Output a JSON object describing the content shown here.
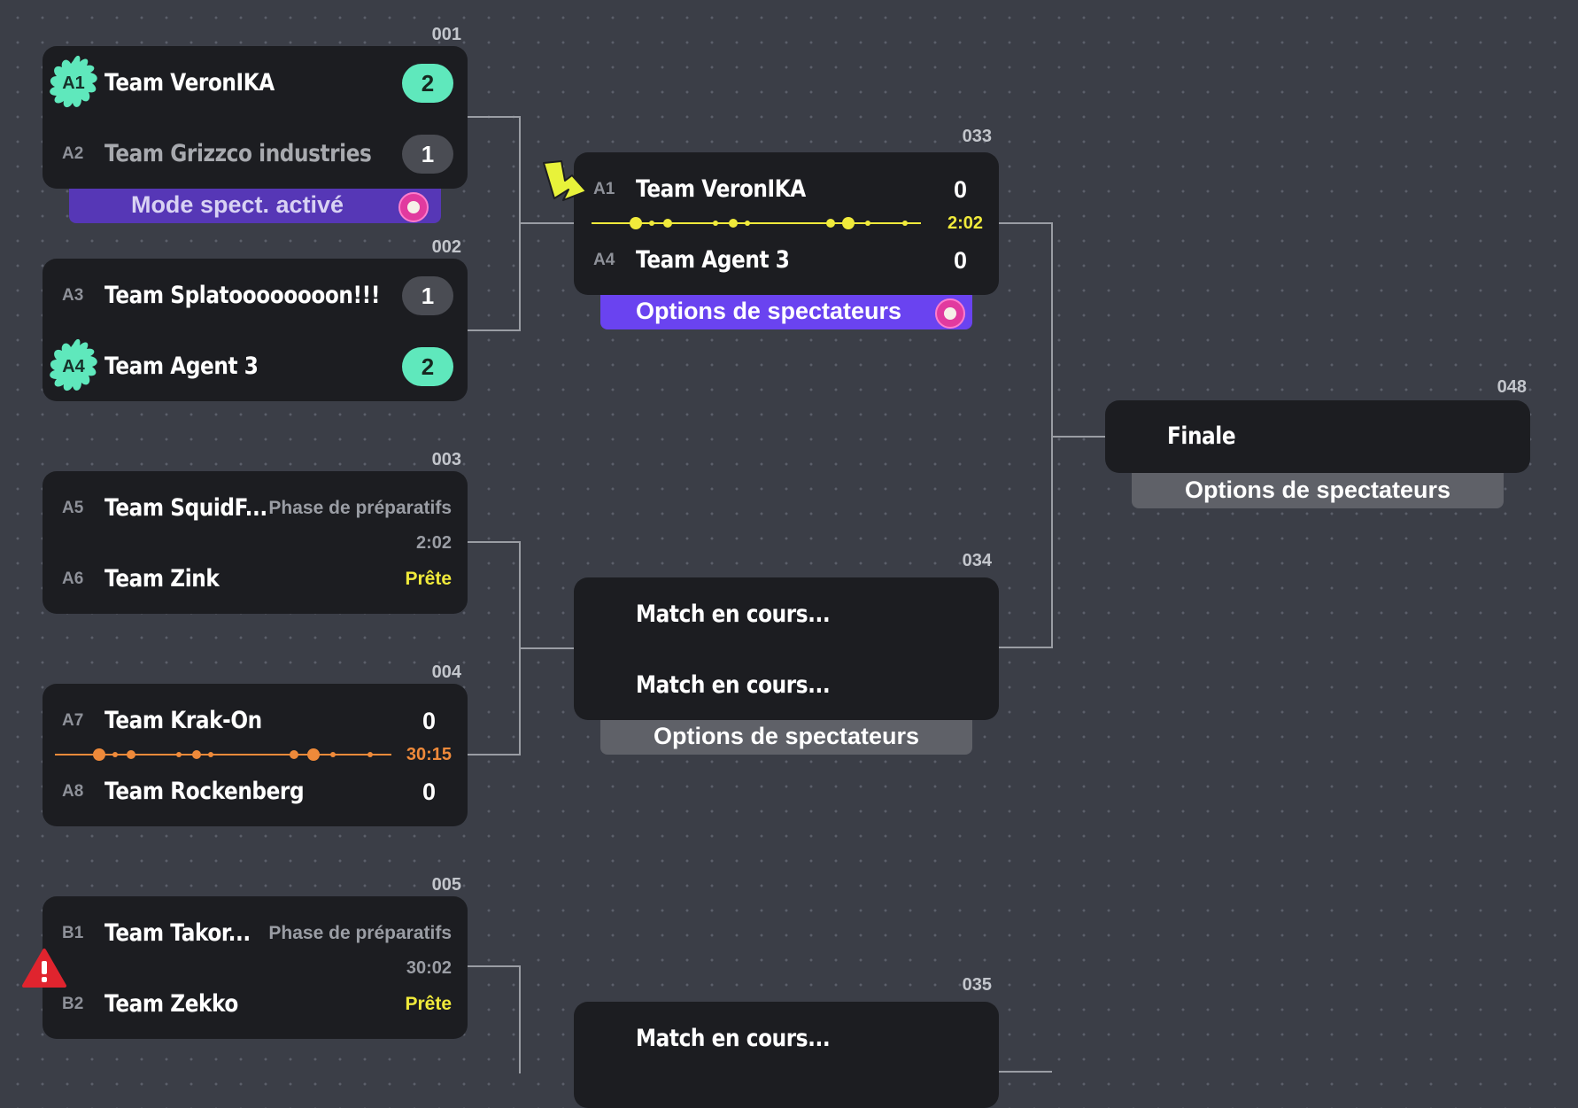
{
  "matches": [
    {
      "id": "001",
      "teams": [
        {
          "seed": "A1",
          "name": "Team VeronIKA",
          "score": "2",
          "winner": true
        },
        {
          "seed": "A2",
          "name": "Team Grizzco industries",
          "score": "1",
          "winner": false
        }
      ],
      "tab": "Mode spect. activé"
    },
    {
      "id": "002",
      "teams": [
        {
          "seed": "A3",
          "name": "Team Splatoooooooon!!!",
          "score": "1",
          "winner": false
        },
        {
          "seed": "A4",
          "name": "Team Agent 3",
          "score": "2",
          "winner": true
        }
      ]
    },
    {
      "id": "003",
      "teams": [
        {
          "seed": "A5",
          "name": "Team SquidF...",
          "status": "Phase de préparatifs"
        },
        {
          "seed": "A6",
          "name": "Team Zink",
          "status": "Prête"
        }
      ],
      "timer": "2:02"
    },
    {
      "id": "004",
      "teams": [
        {
          "seed": "A7",
          "name": "Team Krak-On",
          "score": "0"
        },
        {
          "seed": "A8",
          "name": "Team Rockenberg",
          "score": "0"
        }
      ],
      "timer": "30:15"
    },
    {
      "id": "005",
      "teams": [
        {
          "seed": "B1",
          "name": "Team Takor...",
          "status": "Phase de préparatifs"
        },
        {
          "seed": "B2",
          "name": "Team Zekko",
          "status": "Prête"
        }
      ],
      "timer": "30:02"
    },
    {
      "id": "033",
      "teams": [
        {
          "seed": "A1",
          "name": "Team VeronIKA",
          "score": "0"
        },
        {
          "seed": "A4",
          "name": "Team Agent 3",
          "score": "0"
        }
      ],
      "timer": "2:02",
      "tab": "Options de spectateurs"
    },
    {
      "id": "034",
      "teams": [
        {
          "name": "Match en cours..."
        },
        {
          "name": "Match en cours..."
        }
      ],
      "tab": "Options de spectateurs"
    },
    {
      "id": "035",
      "teams": [
        {
          "name": "Match en cours..."
        }
      ]
    },
    {
      "id": "048",
      "teams": [
        {
          "name": "Finale"
        }
      ],
      "tab": "Options de spectateurs"
    }
  ],
  "colors": {
    "background": "#3b3e47",
    "card": "#1c1d21",
    "winner": "#5fe8bc",
    "live_yellow": "#f0ea3b",
    "live_orange": "#ef8a3a",
    "spectate_active": "#6a43f0",
    "tab_gray": "#5f6168"
  },
  "icons": {
    "winner_splat": "ink-splat-icon",
    "spectator": "spectator-avatar-icon",
    "alert": "warning-triangle-icon",
    "pointer": "cursor-arrow-icon"
  }
}
